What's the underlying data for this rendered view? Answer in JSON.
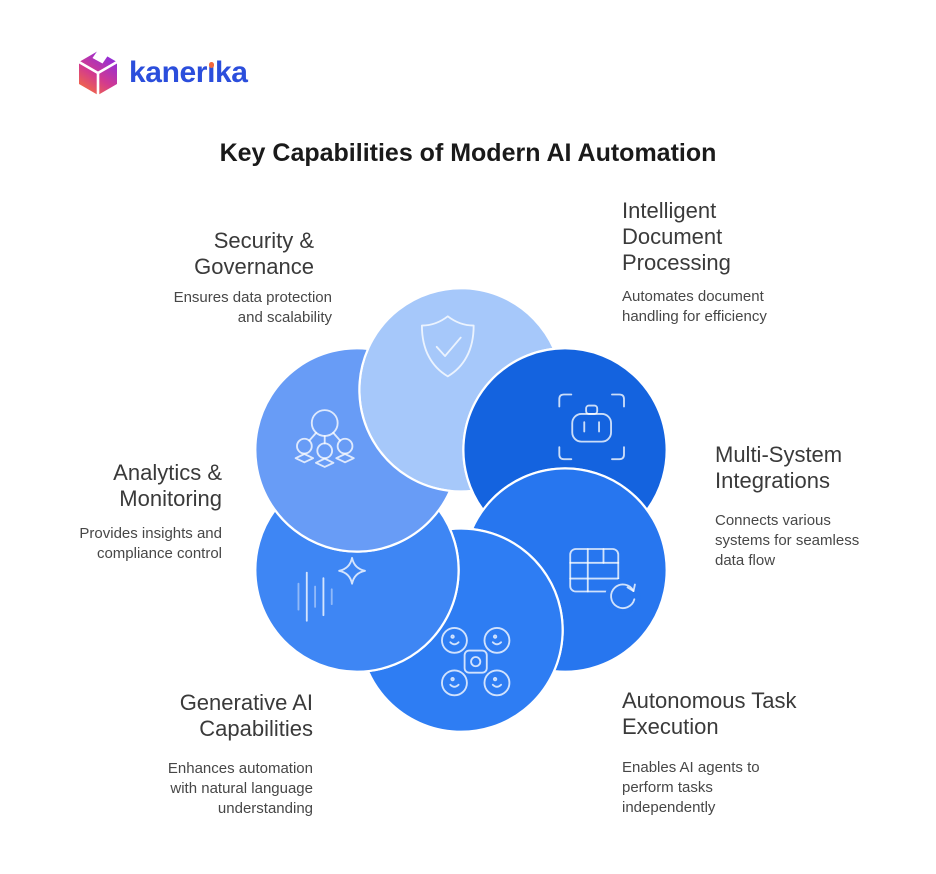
{
  "brand": {
    "name": "kanerika",
    "wordmark_part1": "kaner",
    "wordmark_part2": "ıka",
    "wordmark_color": "#2B4EDC",
    "i_dot_color": "#F4683C",
    "cube_gradient": [
      "#8A2BE2",
      "#D23A8F",
      "#F8703A"
    ]
  },
  "title": "Key Capabilities of Modern AI Automation",
  "capabilities": [
    {
      "id": "security-governance",
      "icon": "shield-check-icon",
      "title_lines": [
        "Security &",
        "Governance"
      ],
      "desc_lines": [
        "Ensures data protection",
        "and scalability"
      ],
      "petal_color": "#A6C8FA"
    },
    {
      "id": "intelligent-document-processing",
      "icon": "robot-scan-icon",
      "title_lines": [
        "Intelligent",
        "Document",
        "Processing"
      ],
      "desc_lines": [
        "Automates document",
        "handling for efficiency"
      ],
      "petal_color": "#1463DF"
    },
    {
      "id": "multi-system-integrations",
      "icon": "table-sync-icon",
      "title_lines": [
        "Multi-System",
        "Integrations"
      ],
      "desc_lines": [
        "Connects various",
        "systems for seamless",
        "data flow"
      ],
      "petal_color": "#2776EF"
    },
    {
      "id": "autonomous-task-execution",
      "icon": "drone-icon",
      "title_lines": [
        "Autonomous Task",
        "Execution"
      ],
      "desc_lines": [
        "Enables AI agents to",
        "perform tasks",
        "independently"
      ],
      "petal_color": "#2E7DF3"
    },
    {
      "id": "generative-ai-capabilities",
      "icon": "voice-wave-sparkle-icon",
      "title_lines": [
        "Generative AI",
        "Capabilities"
      ],
      "desc_lines": [
        "Enhances automation",
        "with natural language",
        "understanding"
      ],
      "petal_color": "#3E86F4"
    },
    {
      "id": "analytics-monitoring",
      "icon": "org-network-icon",
      "title_lines": [
        "Analytics &",
        "Monitoring"
      ],
      "desc_lines": [
        "Provides insights and",
        "compliance control"
      ],
      "petal_color": "#689CF6"
    }
  ]
}
